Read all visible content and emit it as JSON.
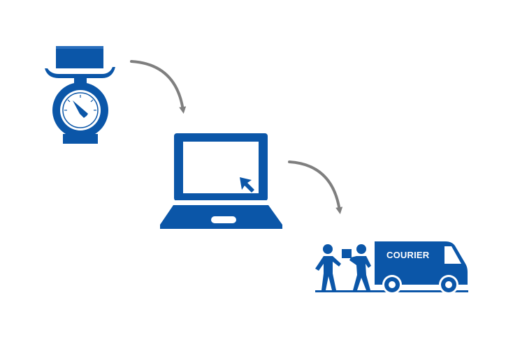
{
  "diagram": {
    "van_label": "COURIER",
    "colors": {
      "icon": "#0b56a8",
      "arrow": "#7f7f7f",
      "white": "#ffffff"
    },
    "icons": [
      "scale-icon",
      "laptop-icon",
      "cursor-icon",
      "people-handing-package-icon",
      "courier-van-icon"
    ],
    "arrows": [
      "curved-arrow-1",
      "curved-arrow-2"
    ]
  }
}
